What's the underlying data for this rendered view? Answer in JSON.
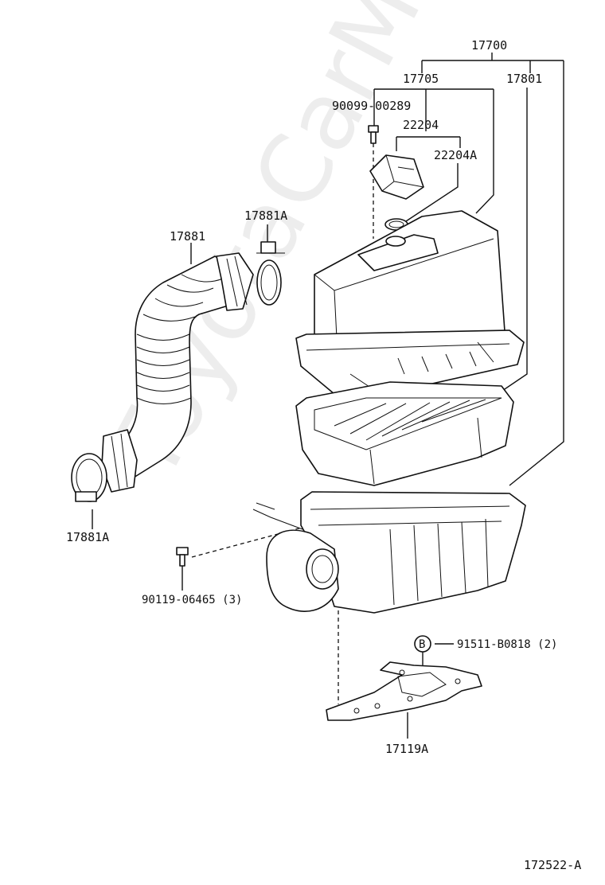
{
  "labels": {
    "p17700": "17700",
    "p17705": "17705",
    "p17801": "17801",
    "p90099": "90099-00289",
    "p22204": "22204",
    "p22204A": "22204A",
    "p17881A_top": "17881A",
    "p17881": "17881",
    "p17881A_bottom": "17881A",
    "p90119": "90119-06465 (3)",
    "callout_b": "B",
    "p91511": "91511-B0818 (2)",
    "p17119A": "17119A",
    "figure_id": "172522-A"
  },
  "watermark": "ToyotaCarMine.ru"
}
